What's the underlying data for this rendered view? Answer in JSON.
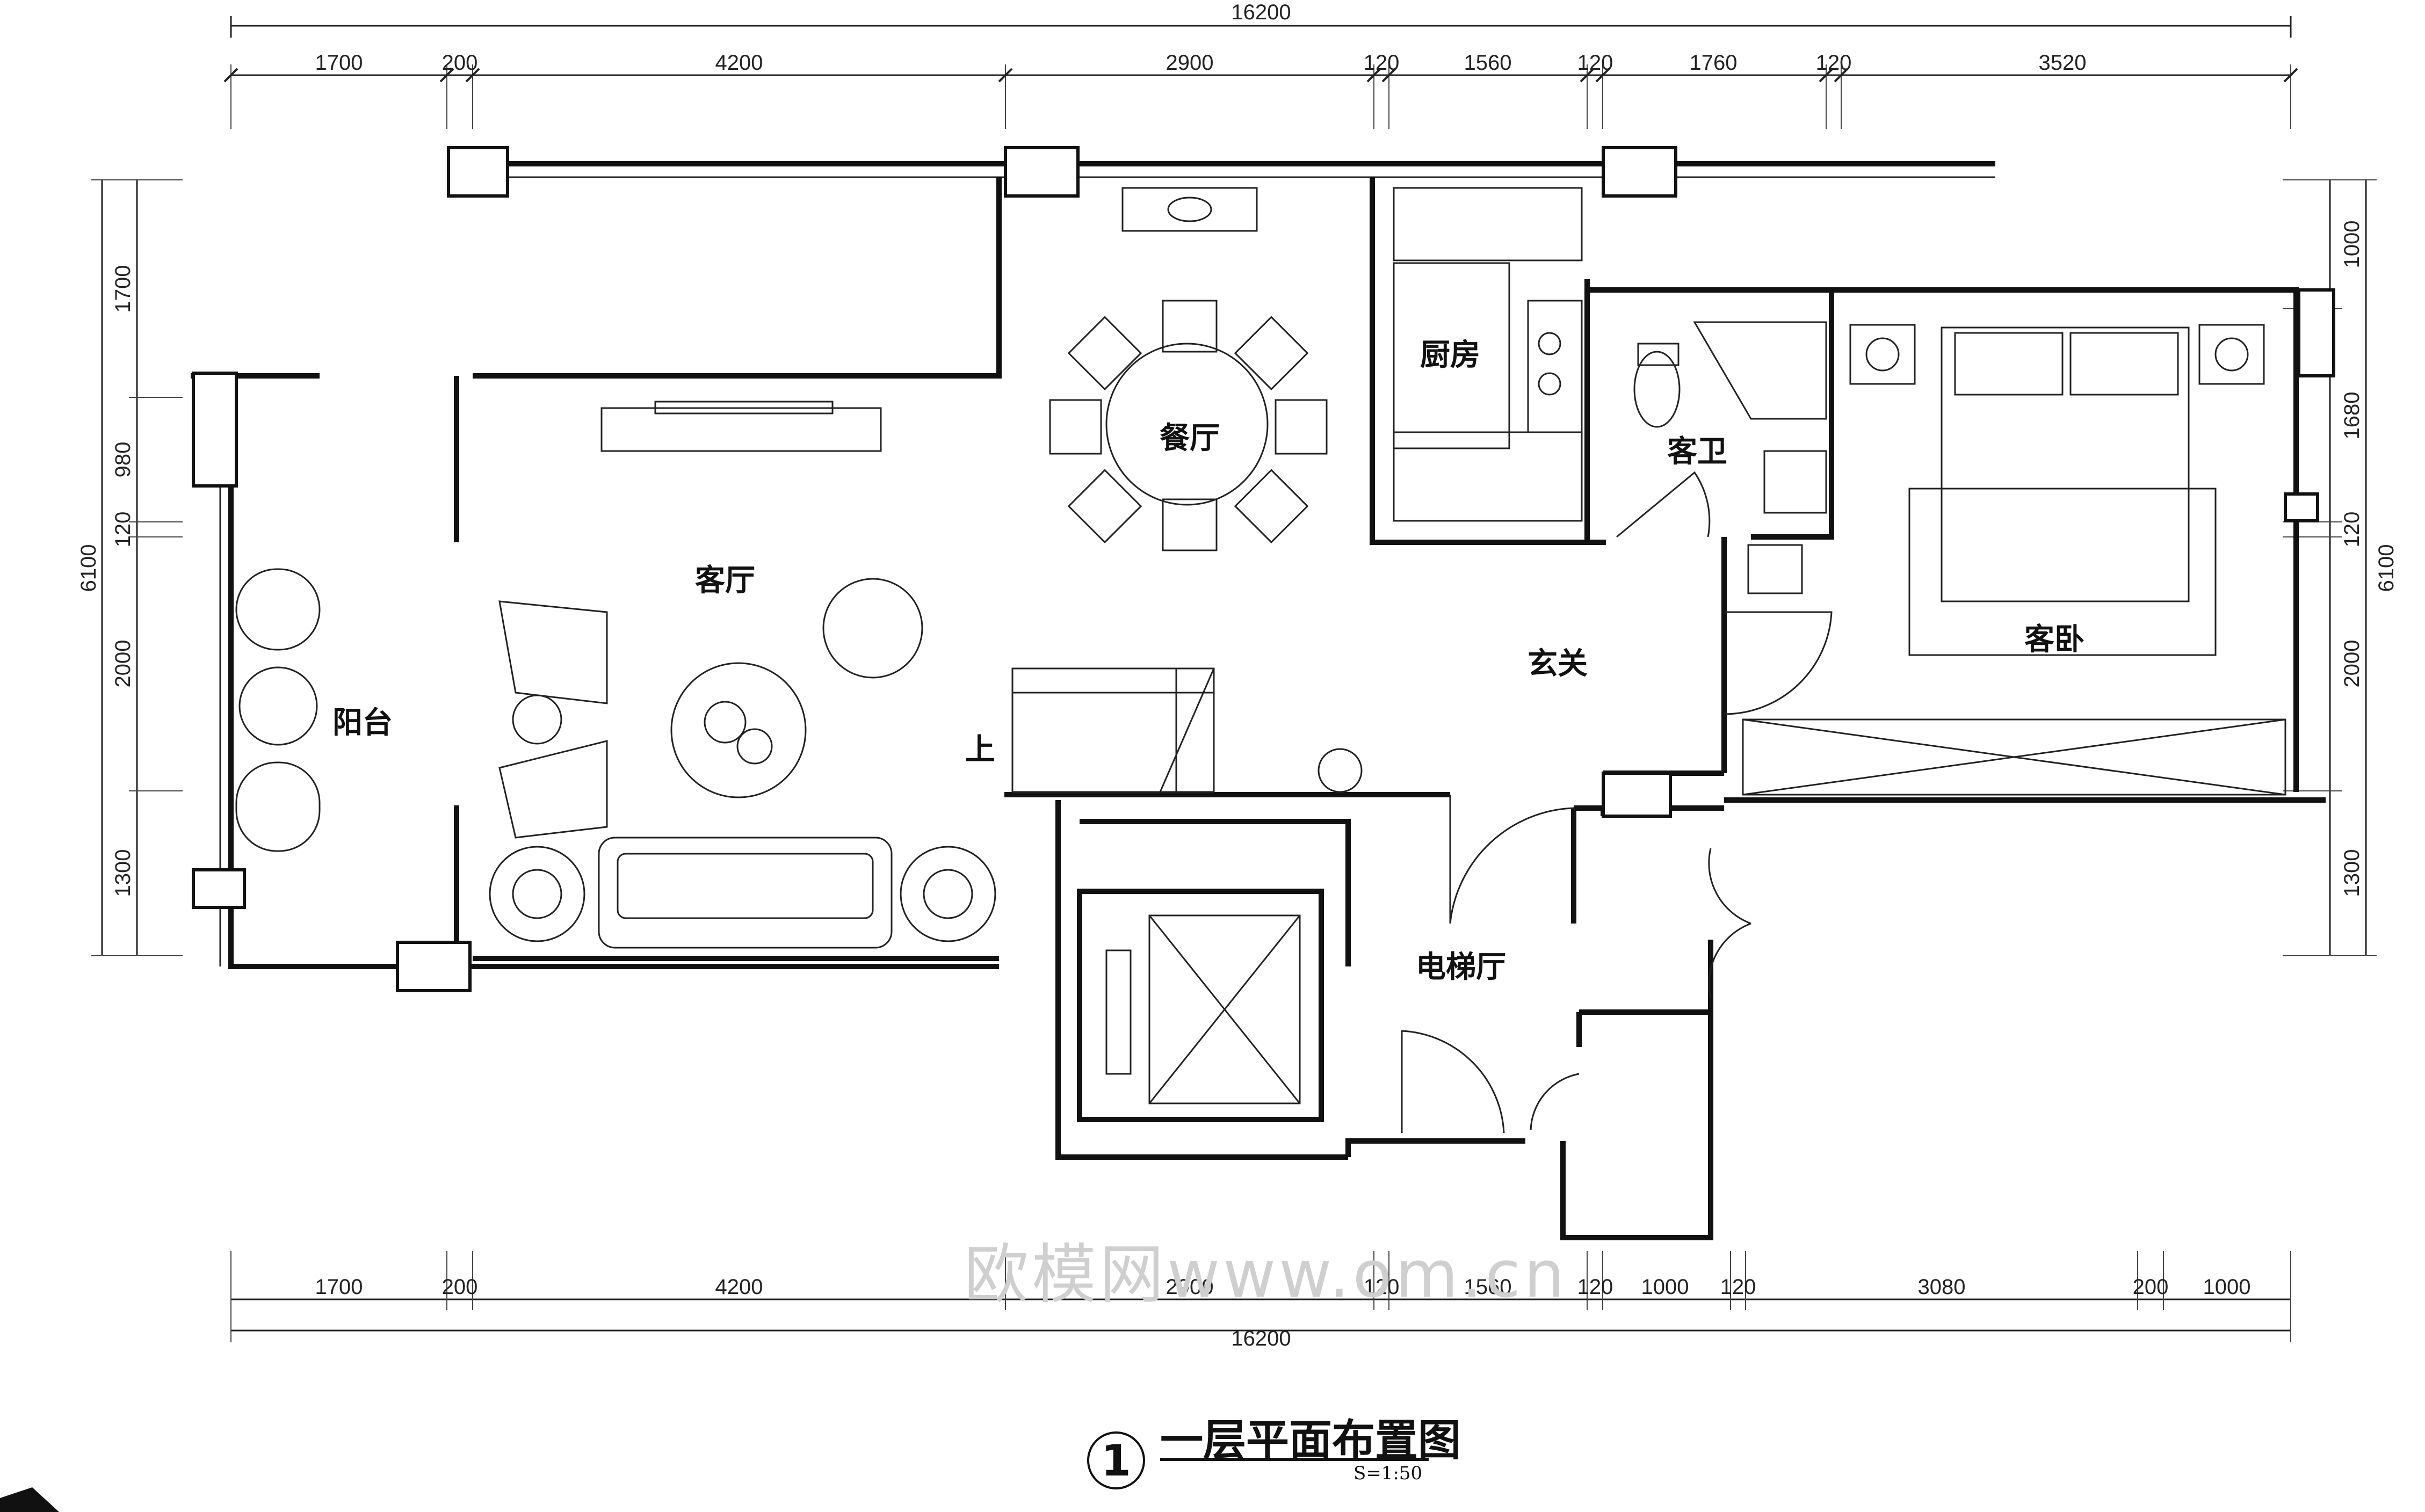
{
  "dimensions": {
    "top_total": "16200",
    "top_segments": [
      "1700",
      "200",
      "4200",
      "2900",
      "120",
      "1560",
      "120",
      "1760",
      "120",
      "3520"
    ],
    "bottom_segments": [
      "1700",
      "200",
      "4200",
      "2900",
      "120",
      "1560",
      "120",
      "1000",
      "120",
      "3080",
      "200",
      "1000"
    ],
    "bottom_total": "16200",
    "left_total": "6100",
    "left_segments": [
      "1700",
      "980",
      "120",
      "2000",
      "1300"
    ],
    "right_total": "6100",
    "right_segments": [
      "1000",
      "1680",
      "120",
      "2000",
      "1300"
    ]
  },
  "rooms": {
    "balcony": "阳台",
    "living_room": "客厅",
    "dining_room": "餐厅",
    "kitchen": "厨房",
    "guest_bath": "客卫",
    "entrance": "玄关",
    "guest_bedroom": "客卧",
    "elevator_hall": "电梯厅",
    "stair_up": "上"
  },
  "title_block": {
    "number": "1",
    "title": "一层平面布置图",
    "scale": "S=1:50"
  },
  "watermark": "欧模网www.om.cn",
  "colors": {
    "line": "#111111",
    "background": "#ffffff",
    "watermark": "#cfcfcf"
  }
}
